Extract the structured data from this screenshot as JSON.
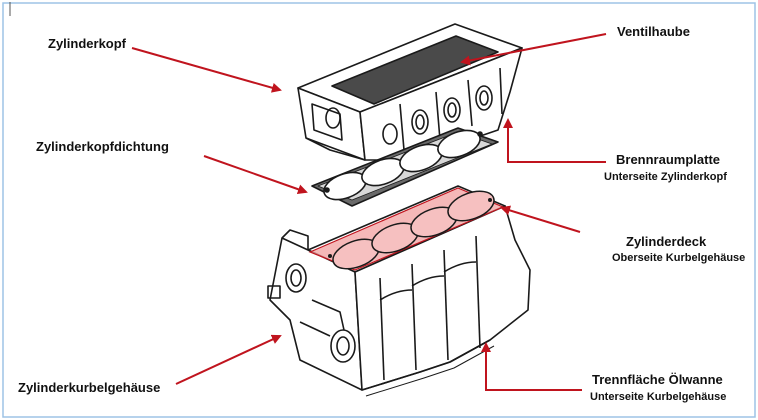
{
  "labels": {
    "zylinderkopf": "Zylinderkopf",
    "ventilhaube": "Ventilhaube",
    "zylinderkopfdichtung": "Zylinderkopfdichtung",
    "brennraumplatte": "Brennraumplatte",
    "brennraumplatte_sub": "Unterseite Zylinderkopf",
    "zylinderdeck": "Zylinderdeck",
    "zylinderdeck_sub": "Oberseite Kurbelgehäuse",
    "zylinderkurbelgehaeuse": "Zylinderkurbelgehäuse",
    "trennflaeche": "Trennfläche Ölwanne",
    "trennflaeche_sub": "Unterseite Kurbelgehäuse"
  },
  "colors": {
    "arrow": "#c0141e",
    "outline": "#1a1a1a",
    "deck_highlight": "#f2a0a0",
    "frame": "#9dc3e6",
    "valve_cover": "#4a4a4a"
  },
  "icons": {
    "arrow_head": "arrow-icon"
  }
}
